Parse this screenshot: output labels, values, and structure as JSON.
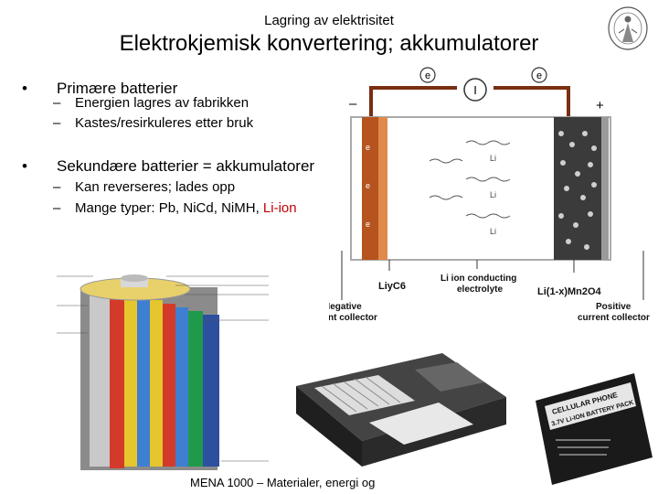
{
  "slide": {
    "supertitle": "Lagring av elektrisitet",
    "title": "Elektrokjemisk konvertering; akkumulatorer",
    "bullets": [
      {
        "text": "Primære batterier",
        "sub": [
          "Energien lagres av fabrikken",
          "Kastes/resirkuleres etter bruk"
        ]
      },
      {
        "text": "Sekundære batterier = akkumulatorer",
        "sub": [
          "Kan reverseres; lades opp",
          "Mange typer: Pb, NiCd, NiMH, "
        ],
        "highlight": "Li-ion"
      }
    ],
    "footer": "MENA 1000 – Materialer, energi og"
  },
  "cell_diagram": {
    "electron_label": "e",
    "meter_label": "I",
    "minus_sign": "–",
    "plus_sign": "+",
    "ion_label": "Li",
    "electrolyte_label": [
      "Li ion conducting",
      "electrolyte"
    ],
    "anode_formula": "LiyC6",
    "cathode_formula": "Li(1-x)Mn2O4",
    "negative_label": [
      "Negative",
      "current collector"
    ],
    "positive_label": [
      "Positive",
      "current collector"
    ]
  },
  "phone_battery": {
    "line1": "CELLULAR PHONE",
    "line2": "3.7V Li-ION BATTERY PACK"
  },
  "colors": {
    "text": "#000000",
    "highlight": "#c00000",
    "anode": "#c8672a",
    "cathode": "#444444",
    "wire": "#7a2e12"
  }
}
